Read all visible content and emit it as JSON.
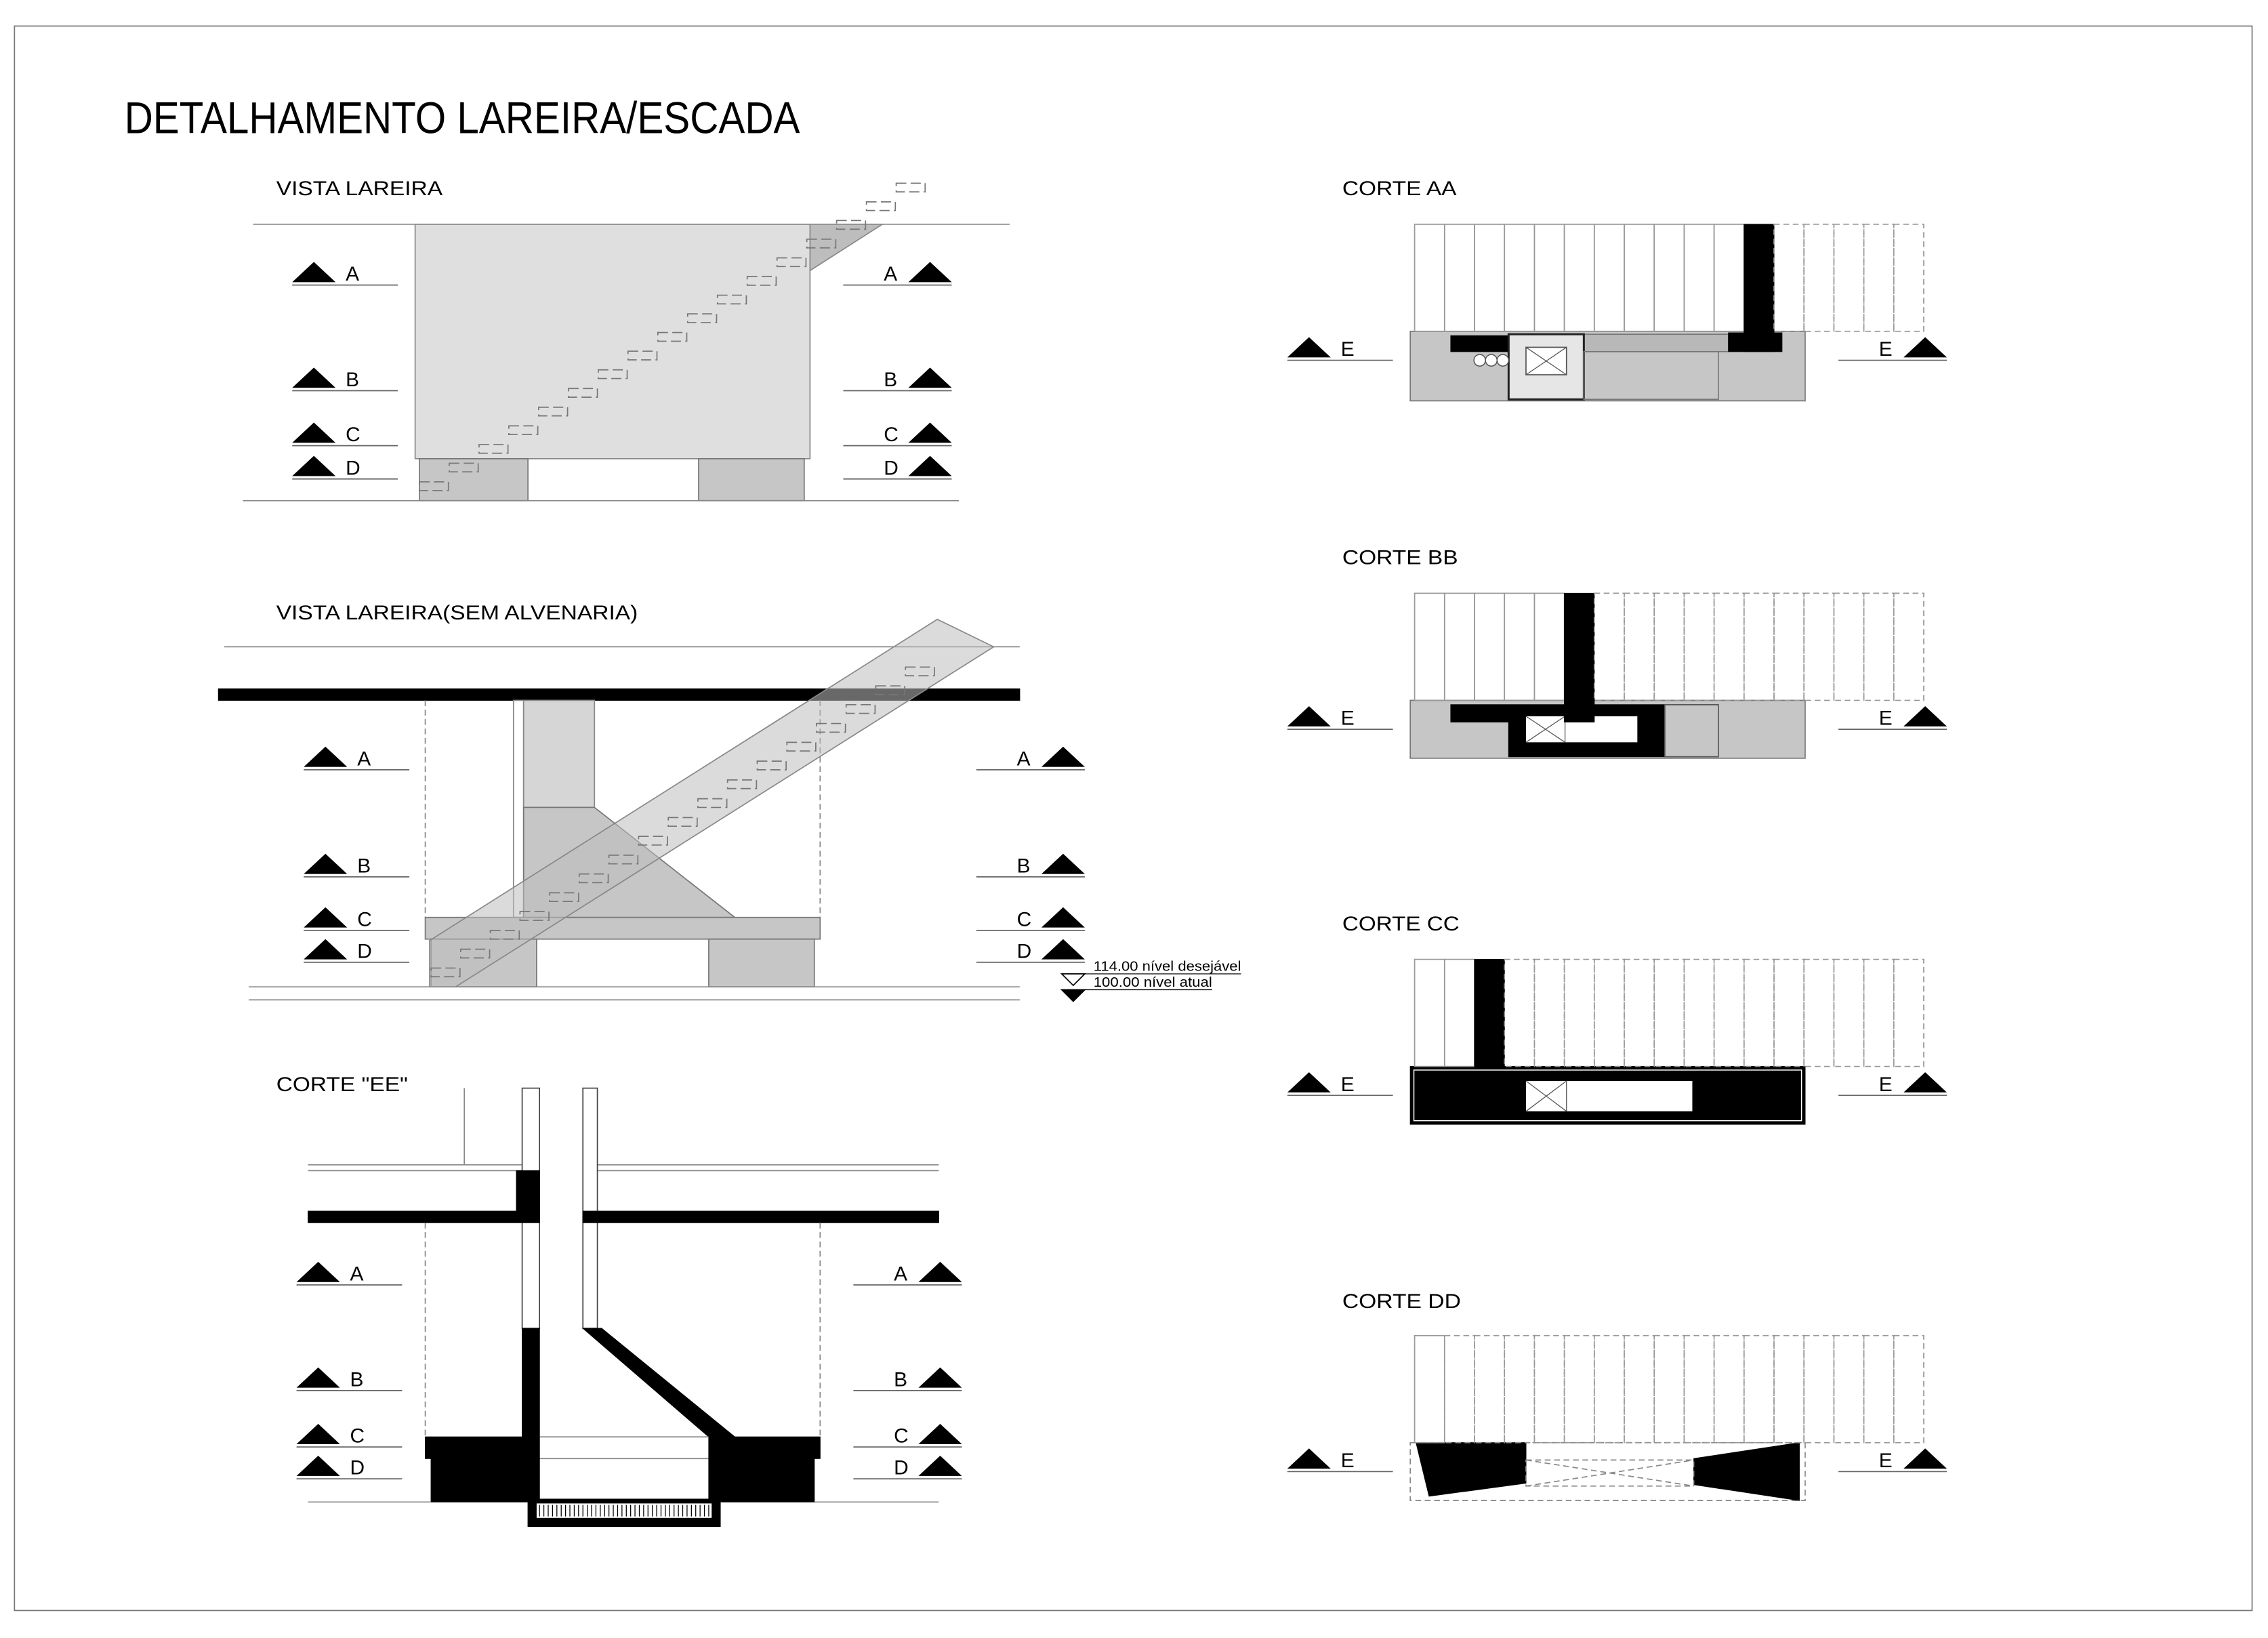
{
  "sheet": {
    "title": "DETALHAMENTO LAREIRA/ESCADA"
  },
  "vista_lareira": {
    "title": "VISTA LAREIRA",
    "markers": [
      "A",
      "B",
      "C",
      "D"
    ]
  },
  "vista_sem_alvenaria": {
    "title": "VISTA LAREIRA(SEM ALVENARIA)",
    "markers": [
      "A",
      "B",
      "C",
      "D"
    ],
    "levels": {
      "desired": "114.00 nível desejável",
      "current": "100.00 nível atual"
    }
  },
  "corte_ee": {
    "title": "CORTE \"EE\"",
    "markers": [
      "A",
      "B",
      "C",
      "D"
    ]
  },
  "corte_aa": {
    "title": "CORTE AA",
    "marker": "E"
  },
  "corte_bb": {
    "title": "CORTE BB",
    "marker": "E"
  },
  "corte_cc": {
    "title": "CORTE CC",
    "marker": "E"
  },
  "corte_dd": {
    "title": "CORTE DD",
    "marker": "E"
  },
  "colors": {
    "masonry": "#c6c6c6",
    "masonry_light": "#dfdfdf",
    "solid": "#000000"
  }
}
